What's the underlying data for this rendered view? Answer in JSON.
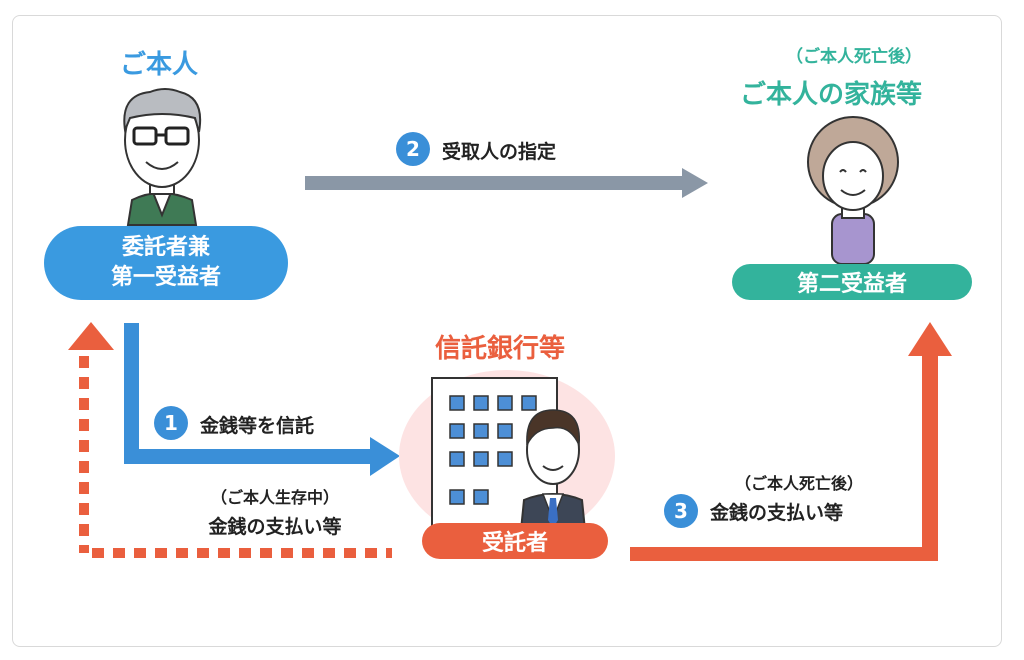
{
  "settlor": {
    "heading": "ご本人",
    "role_line1": "委託者兼",
    "role_line2": "第一受益者"
  },
  "family": {
    "note": "（ご本人死亡後）",
    "heading": "ご本人の家族等",
    "role": "第二受益者"
  },
  "bank": {
    "heading": "信託銀行等",
    "role": "受託者"
  },
  "steps": [
    {
      "number": "1",
      "label": "金銭等を信託"
    },
    {
      "number": "2",
      "label": "受取人の指定"
    },
    {
      "number": "3",
      "note": "（ご本人死亡後）",
      "label": "金銭の支払い等"
    }
  ],
  "living_payment": {
    "note": "（ご本人生存中）",
    "label": "金銭の支払い等"
  },
  "colors": {
    "blue": "#3a9ae0",
    "teal": "#33b39c",
    "red": "#ea5f3e",
    "gray_arrow": "#8a97a6"
  }
}
